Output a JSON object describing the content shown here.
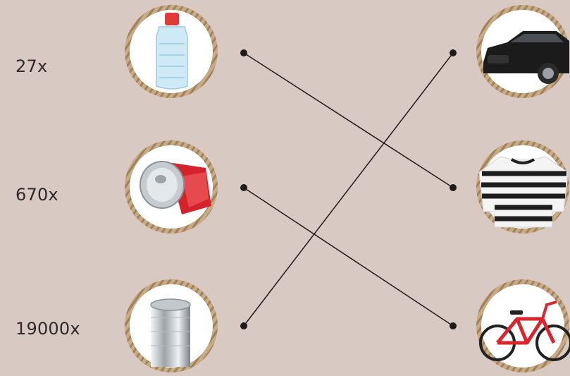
{
  "left_items": [
    {
      "label": "27x",
      "icon": "plastic-bottle-icon"
    },
    {
      "label": "670x",
      "icon": "soda-can-icon"
    },
    {
      "label": "19000x",
      "icon": "tin-can-icon"
    }
  ],
  "right_items": [
    {
      "icon": "car-icon"
    },
    {
      "icon": "sweater-icon"
    },
    {
      "icon": "bicycle-icon"
    }
  ],
  "connections": [
    {
      "from": "27x",
      "to": "sweater-icon"
    },
    {
      "from": "670x",
      "to": "bicycle-icon"
    },
    {
      "from": "19000x",
      "to": "car-icon"
    }
  ],
  "colors": {
    "background": "#d8c9c2",
    "rope": "#b89a72",
    "line": "#1f1b1a",
    "car": "#1b1b1b",
    "bike": "#d7262e",
    "soda": "#d4232b",
    "bottle_cap": "#e23a36",
    "water": "#bfe2f2"
  }
}
